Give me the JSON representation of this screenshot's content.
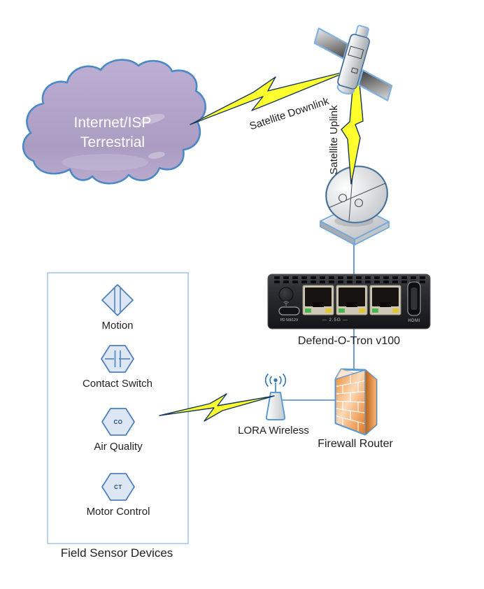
{
  "diagram": {
    "cloud": {
      "line1": "Internet/ISP",
      "line2": "Terrestrial"
    },
    "links": {
      "downlink": "Satellite Downlink",
      "uplink": "Satellite Uplink",
      "lora": "LORA Wireless"
    },
    "devices": {
      "router": {
        "name": "Defend-O-Tron v100",
        "speed_label": "— 2.5G —",
        "hdmi_label": "HDMI",
        "power_label": "PD 5/9/12V"
      },
      "firewall": {
        "name": "Firewall Router"
      },
      "sensor_box": {
        "name": "Field Sensor Devices",
        "sensors": [
          {
            "label": "Motion",
            "badge": ""
          },
          {
            "label": "Contact Switch",
            "badge": ""
          },
          {
            "label": "Air Quality",
            "badge": "CO"
          },
          {
            "label": "Motor Control",
            "badge": "CT"
          }
        ]
      }
    },
    "colors": {
      "accent_blue": "#4a86c5",
      "bolt_yellow": "#ffff2e",
      "cloud_purple": "#b3a2c7",
      "firewall_orange": "#f79646"
    }
  }
}
